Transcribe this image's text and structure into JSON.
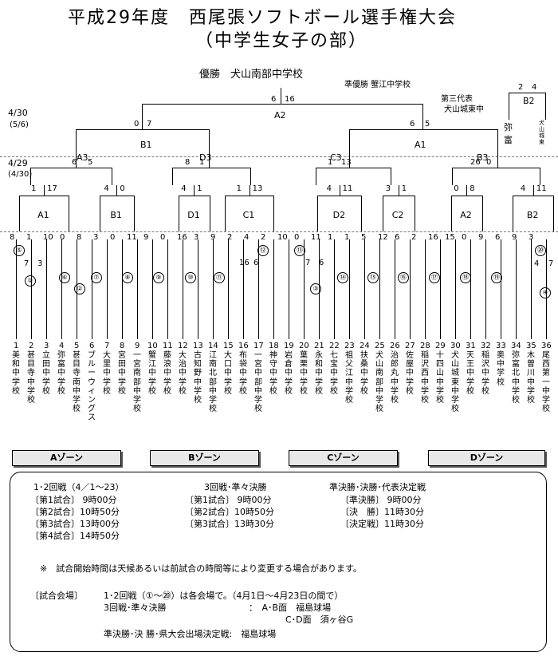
{
  "header": {
    "title": "平成29年度　西尾張ソフトボール選手権大会",
    "subtitle": "（中学生女子の部）",
    "champion": "優勝　犬山南部中学校",
    "runner_up": "準優勝 蟹江中学校",
    "third_label": "第三代表",
    "third_team": "犬山城東中"
  },
  "dates": {
    "d1": "4/30",
    "d1b": "(5/6)",
    "d2": "4/29",
    "d2b": "(4/30)"
  },
  "rounds": {
    "final": {
      "label": "A2",
      "left": "6",
      "right": "16"
    },
    "semi_left": {
      "label": "B1",
      "left": "0",
      "right": "7"
    },
    "semi_right": {
      "label": "A1",
      "left": "6",
      "right": "5"
    },
    "q": [
      {
        "label": "A3",
        "left": "6",
        "right": "5"
      },
      {
        "label": "D3",
        "left": "8",
        "right": "1"
      },
      {
        "label": "C3",
        "left": "1",
        "right": "13"
      },
      {
        "label": "B3",
        "left": "26",
        "right": "0"
      }
    ],
    "r3": [
      {
        "label": "A1",
        "left": "1",
        "right": "17"
      },
      {
        "label": "B1",
        "left": "4",
        "right": "0"
      },
      {
        "label": "D1",
        "left": "4",
        "right": "1"
      },
      {
        "label": "C1",
        "left": "1",
        "right": "13"
      },
      {
        "label": "D2",
        "left": "4",
        "right": "11"
      },
      {
        "label": "C2",
        "left": "3",
        "right": "1"
      },
      {
        "label": "A2",
        "left": "0",
        "right": "8"
      },
      {
        "label": "B2",
        "left": "4",
        "right": "11"
      }
    ],
    "third": {
      "label": "B2",
      "left": "2",
      "right": "4",
      "team1": "弥富",
      "team2": "犬山城東"
    }
  },
  "scores_r2": [
    "8",
    "1",
    "10",
    "0",
    "8",
    "3",
    "0",
    "11",
    "9",
    "0",
    "16",
    "3",
    "9",
    "2",
    "4",
    "2",
    "10",
    "0",
    "11",
    "1",
    "1",
    "5",
    "12",
    "6",
    "2",
    "16",
    "15",
    "0",
    "9",
    "6",
    "9",
    "3"
  ],
  "scores_r1": [
    "7",
    "3",
    "16",
    "6",
    "7",
    "6",
    "4",
    "7"
  ],
  "games": [
    "①",
    "②",
    "③",
    "④",
    "⑤",
    "⑥",
    "⑦",
    "⑧",
    "⑨",
    "⑩",
    "⑪",
    "⑫",
    "⑬",
    "⑭",
    "⑮",
    "⑯",
    "⑰",
    "⑱",
    "⑲",
    "⑳"
  ],
  "teams": [
    {
      "no": "1",
      "name": "美和中学校"
    },
    {
      "no": "2",
      "name": "甚目寺中学校"
    },
    {
      "no": "3",
      "name": "立田中学校"
    },
    {
      "no": "4",
      "name": "弥富中学校"
    },
    {
      "no": "5",
      "name": "甚目寺南中学校"
    },
    {
      "no": "6",
      "name": "ブルーウィングス"
    },
    {
      "no": "7",
      "name": "大里中学校"
    },
    {
      "no": "8",
      "name": "宮田中学校"
    },
    {
      "no": "9",
      "name": "一宮南部中学校"
    },
    {
      "no": "10",
      "name": "蟹江中学校"
    },
    {
      "no": "11",
      "name": "藤浪中学校"
    },
    {
      "no": "12",
      "name": "大治中学校"
    },
    {
      "no": "13",
      "name": "古知野中学校"
    },
    {
      "no": "14",
      "name": "江南北部中学校"
    },
    {
      "no": "15",
      "name": "大口中学校"
    },
    {
      "no": "16",
      "name": "布袋中学校"
    },
    {
      "no": "17",
      "name": "一宮中部中学校"
    },
    {
      "no": "18",
      "name": "神守中学校"
    },
    {
      "no": "19",
      "name": "岩倉中学校"
    },
    {
      "no": "20",
      "name": "葉栗中学校"
    },
    {
      "no": "21",
      "name": "永和中学校"
    },
    {
      "no": "22",
      "name": "七宝中学校"
    },
    {
      "no": "23",
      "name": "祖父江中学校"
    },
    {
      "no": "24",
      "name": "扶桑中学校"
    },
    {
      "no": "25",
      "name": "犬山南部中学校"
    },
    {
      "no": "26",
      "name": "治郎丸中学校"
    },
    {
      "no": "27",
      "name": "佐屋中学校"
    },
    {
      "no": "28",
      "name": "稲沢西中学校"
    },
    {
      "no": "29",
      "name": "十四山中学校"
    },
    {
      "no": "30",
      "name": "犬山城東中学校"
    },
    {
      "no": "31",
      "name": "天王中学校"
    },
    {
      "no": "32",
      "name": "稲沢中学校"
    },
    {
      "no": "33",
      "name": "奥中学校"
    },
    {
      "no": "34",
      "name": "弥富北中学校"
    },
    {
      "no": "35",
      "name": "木曽川中学校"
    },
    {
      "no": "36",
      "name": "尾西第一中学校"
    }
  ],
  "zones": [
    "Aゾーン",
    "Bゾーン",
    "Cゾーン",
    "Dゾーン"
  ],
  "schedule": {
    "col1": {
      "head": "1･2回戦（4／1～23）",
      "rows": [
        "〔第1試合〕 9時00分",
        "〔第2試合〕10時50分",
        "〔第3試合〕13時00分",
        "〔第4試合〕14時50分"
      ]
    },
    "col2": {
      "head": "3回戦･準々決勝",
      "rows": [
        "〔第1試合〕 9時00分",
        "〔第2試合〕10時50分",
        "〔第3試合〕13時30分"
      ]
    },
    "col3": {
      "head": "準決勝･決勝･代表決定戦",
      "rows": [
        "〔準決勝〕 9時00分",
        "〔決　勝〕11時30分",
        "〔決定戦〕11時30分"
      ]
    },
    "note": "※　試合開始時間は天候あるいは前試合の時間等により変更する場合があります。",
    "venue_label": "〔試合会場〕",
    "venue_line1": "1･2回戦（①～⑳）は各会場で。（4月1日～4月23日の間で）",
    "venue_line2a": "3回戦･準々決勝",
    "venue_line2b": "：　A･B面　福島球場",
    "venue_line3": "C･D面　須ヶ谷G",
    "venue_line4": "準決勝･決 勝･県大会出場決定戦:　福島球場"
  }
}
